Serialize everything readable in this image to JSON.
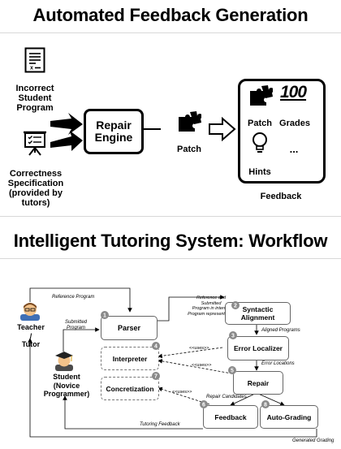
{
  "section1": {
    "title": "Automated Feedback Generation",
    "incorrect_program": "Incorrect\nStudent\nProgram",
    "correctness_spec": "Correctness\nSpecification\n(provided by\ntutors)",
    "repair_engine": "Repair\nEngine",
    "patch": "Patch",
    "feedback_items": {
      "patch": "Patch",
      "grades": "Grades",
      "hints": "Hints",
      "more": "...",
      "grade_emoji": "100"
    },
    "feedback_label": "Feedback"
  },
  "section2": {
    "title": "Intelligent Tutoring System: Workflow",
    "teacher": "Teacher\n/\nTutor",
    "student": "Student\n(Novice\nProgrammer)",
    "components": {
      "parser": {
        "num": "1",
        "label": "Parser"
      },
      "syntactic_alignment": {
        "num": "2",
        "label": "Syntactic\nAlignment"
      },
      "error_localizer": {
        "num": "3",
        "label": "Error Localizer"
      },
      "interpreter": {
        "num": "4",
        "label": "Interpreter"
      },
      "repair": {
        "num": "5",
        "label": "Repair"
      },
      "feedback": {
        "num": "6",
        "label": "Feedback"
      },
      "concretization": {
        "num": "7",
        "label": "Concretization"
      },
      "auto_grading": {
        "num": "8",
        "label": "Auto-Grading"
      }
    },
    "edge_labels": {
      "reference_program": "Reference Program",
      "submitted_program": "Submitted\nProgram",
      "reference_submitted": "Reference and\nSubmitted\nProgram in internal\nProgram representation",
      "aligned_programs": "Aligned Programs",
      "error_locations": "Error Locations",
      "uses_1": "<<uses>>",
      "uses_2": "<<uses>>",
      "uses_3": "<<uses>>",
      "repair_candidates": "Repair Candidates",
      "tutoring_feedback": "Tutoring Feedback",
      "generated_grading": "Generated Grading"
    }
  }
}
